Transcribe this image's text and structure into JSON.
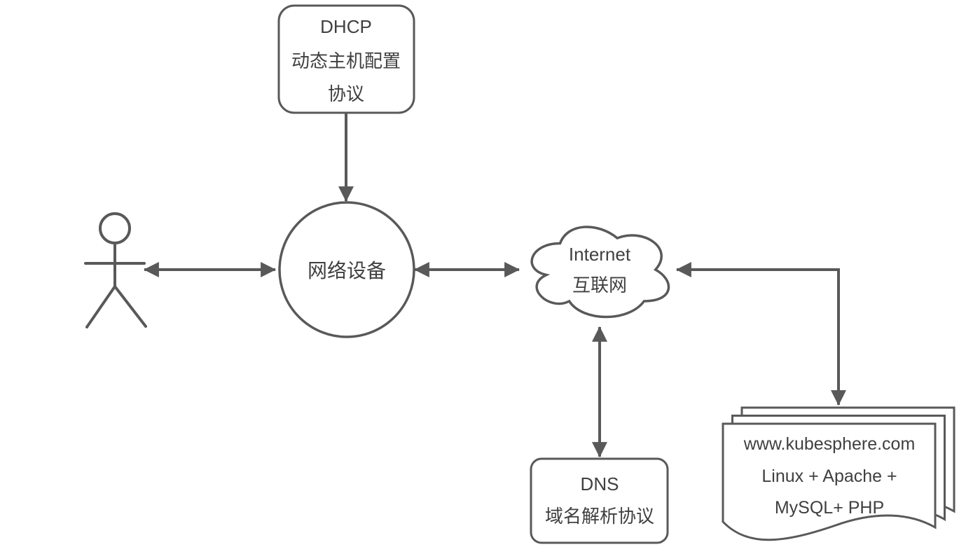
{
  "diagram": {
    "title": "DHCP / DNS network topology diagram",
    "background_color": "#ffffff",
    "line_color": "#595959",
    "text_color": "#404040",
    "nodes": {
      "dhcp": {
        "shape": "rounded-rectangle",
        "line1": "DHCP",
        "line2": "动态主机配置",
        "line3": "协议"
      },
      "user": {
        "shape": "stick-figure",
        "icon": "user-figure-icon",
        "label": ""
      },
      "network_device": {
        "shape": "circle",
        "label": "网络设备"
      },
      "internet": {
        "shape": "cloud",
        "line1": "Internet",
        "line2": "互联网"
      },
      "dns": {
        "shape": "rounded-rectangle",
        "line1": "DNS",
        "line2": "域名解析协议"
      },
      "web_server": {
        "shape": "document-stack",
        "line1": "www.kubesphere.com",
        "line2": "Linux + Apache +",
        "line3": "MySQL+ PHP"
      }
    },
    "connections": [
      {
        "from": "dhcp",
        "to": "network_device",
        "arrows": "single",
        "direction": "down"
      },
      {
        "from": "user",
        "to": "network_device",
        "arrows": "double",
        "direction": "horizontal"
      },
      {
        "from": "network_device",
        "to": "internet",
        "arrows": "double",
        "direction": "horizontal"
      },
      {
        "from": "internet",
        "to": "dns",
        "arrows": "double",
        "direction": "vertical"
      },
      {
        "from": "internet",
        "to": "web_server",
        "arrows": "double",
        "direction": "elbow-right-down"
      }
    ]
  }
}
